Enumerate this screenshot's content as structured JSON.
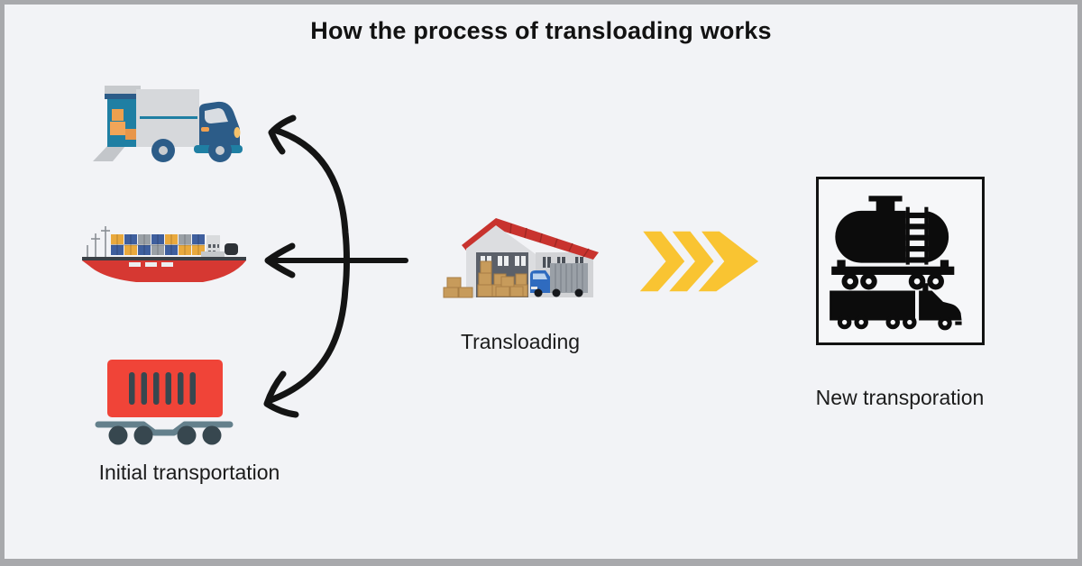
{
  "title": "How the process of transloading works",
  "stages": {
    "initial": {
      "label": "Initial transportation"
    },
    "transloading": {
      "label": "Transloading"
    },
    "new": {
      "label": "New transporation"
    }
  },
  "icons": {
    "initial": [
      "delivery-truck-icon",
      "cargo-ship-icon",
      "rail-container-icon"
    ],
    "center": "warehouse-icon",
    "flow": "triple-chevron-right-icon",
    "new": "tanker-railcar-and-semi-truck-icon",
    "arrows": "hand-drawn-branching-arrows-icon"
  },
  "colors": {
    "background": "#f2f3f6",
    "frame_border": "#a8a9ac",
    "arrow_black": "#141414",
    "chevron_yellow": "#f9c432",
    "railcar_red": "#f04438",
    "ship_hull_red": "#d63832",
    "warehouse_roof_red": "#c8332e",
    "truck_navy": "#2c5c88",
    "teal_accent": "#1f7fa3",
    "box_tan": "#c79b5b",
    "silhouette_black": "#0c0c0c"
  }
}
